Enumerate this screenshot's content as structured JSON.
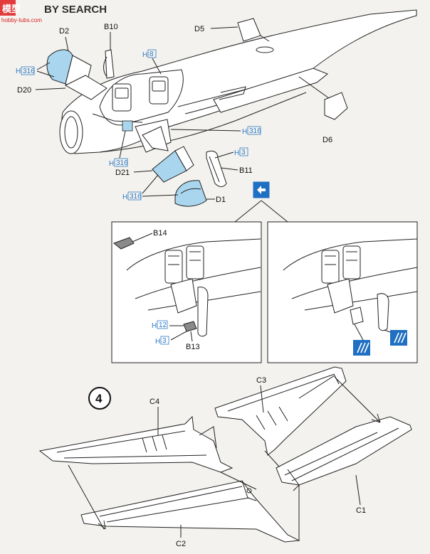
{
  "watermark": {
    "brand_part1": "模型",
    "brand_part2": "BY SEARCH",
    "domain_text": "hobby-tubs.com"
  },
  "step_number": "4",
  "colors": {
    "clear_part": "#a9d6ee",
    "paint_code": "#2b78c4",
    "detail_option": "#1f6fc2"
  },
  "icons": {
    "option_symbol": "option-arrows-icon",
    "detail_variant": "decal-stripe-icon"
  },
  "paint_codes": {
    "h316": "316",
    "h8": "8",
    "h3": "3",
    "h12": "12",
    "prefix": "H"
  },
  "parts": {
    "d2": "D2",
    "b10": "B10",
    "d5": "D5",
    "d20": "D20",
    "d6": "D6",
    "d21": "D21",
    "b11": "B11",
    "d1": "D1",
    "b14": "B14",
    "b13": "B13",
    "c3": "C3",
    "c4": "C4",
    "c1": "C1",
    "c2": "C2"
  }
}
